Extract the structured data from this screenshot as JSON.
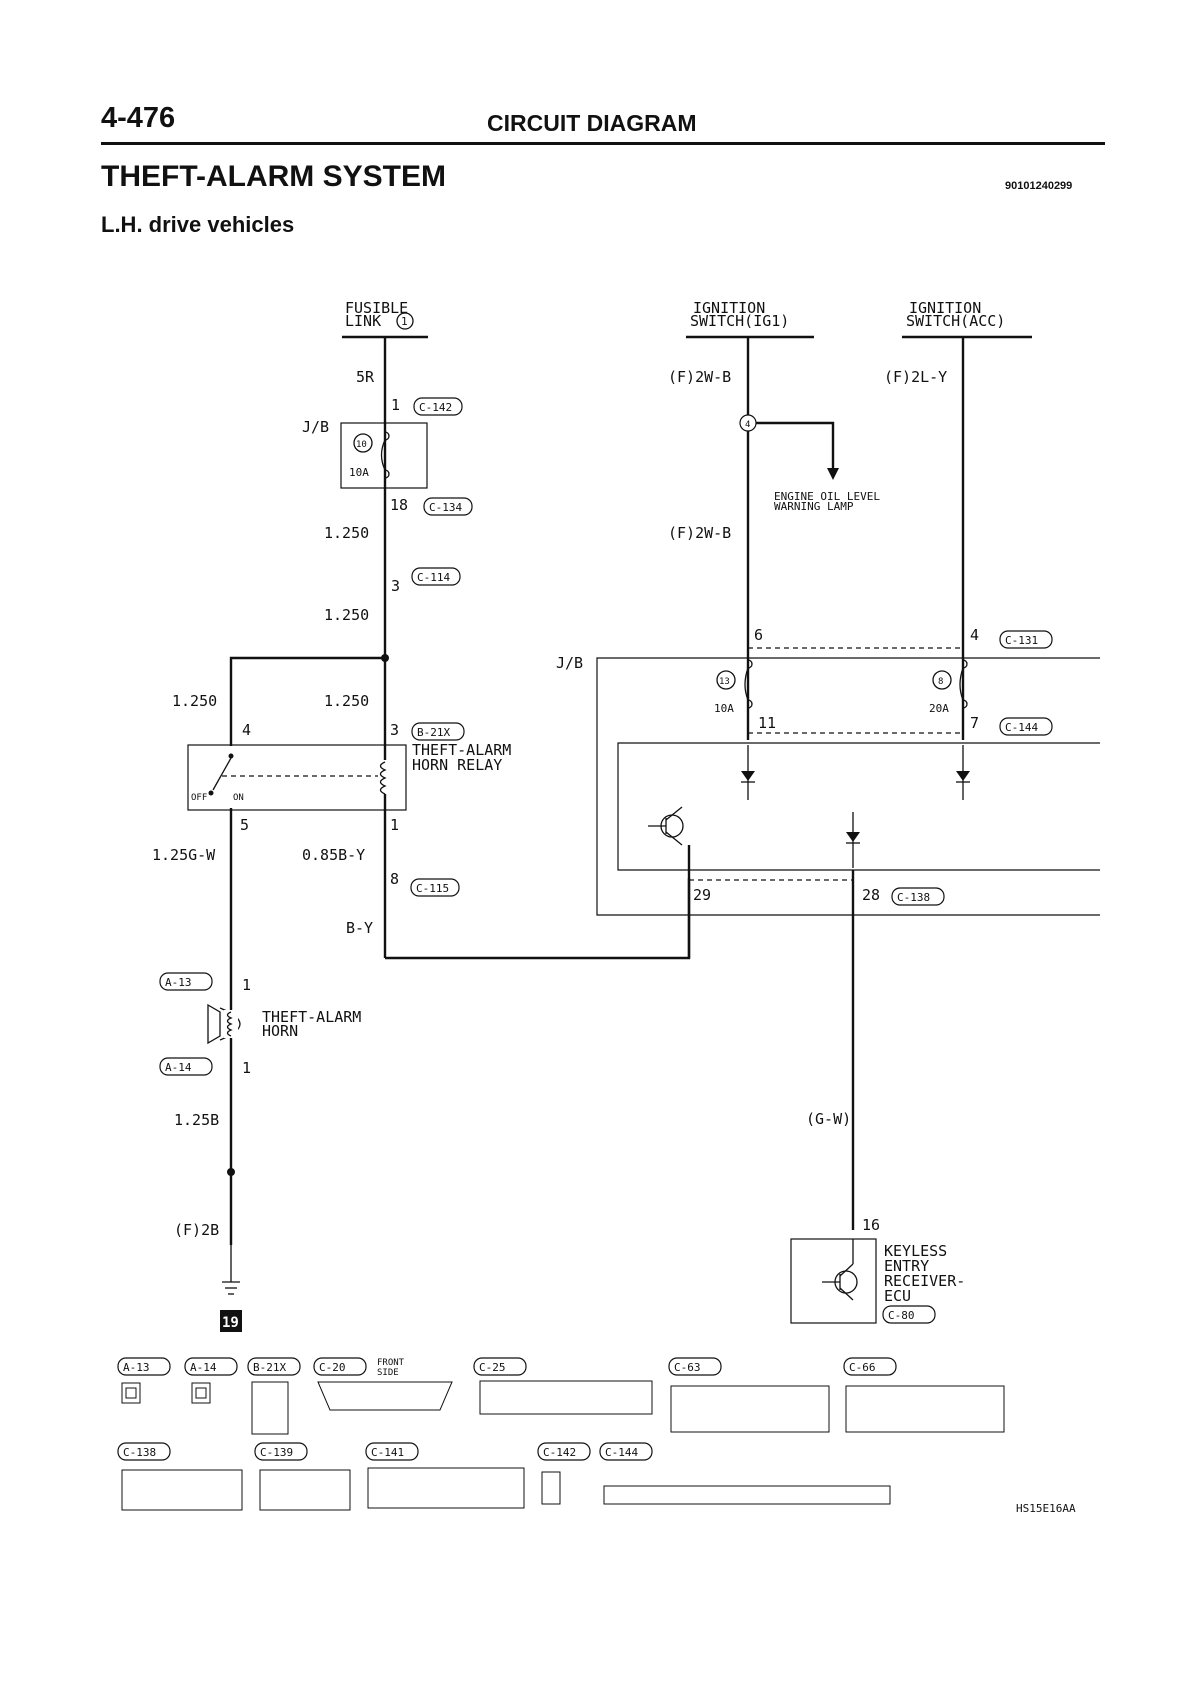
{
  "header": {
    "page_number": "4-476",
    "section": "CIRCUIT DIAGRAM",
    "system_title": "THEFT-ALARM SYSTEM",
    "doc_code": "90101240299",
    "subtitle": "L.H. drive vehicles"
  },
  "sources": {
    "fusible_link_l1": "FUSIBLE",
    "fusible_link_l2": "LINK",
    "fusible_link_num": "1",
    "ig1_l1": "IGNITION",
    "ig1_l2": "SWITCH(IG1)",
    "acc_l1": "IGNITION",
    "acc_l2": "SWITCH(ACC)"
  },
  "wires": {
    "w_5r": "5R",
    "w_1250_a": "1.250",
    "w_1250_b": "1.250",
    "w_1250_c": "1.250",
    "w_1250_d": "1.250",
    "w_125gw": "1.25G-W",
    "w_085by": "0.85B-Y",
    "w_by": "B-Y",
    "w_125b": "1.25B",
    "w_f2b": "(F)2B",
    "w_f2wb_a": "(F)2W-B",
    "w_f2wb_b": "(F)2W-B",
    "w_f2ly": "(F)2L-Y",
    "w_gw": "(G-W)"
  },
  "connectors": {
    "c142": "C-142",
    "c134": "C-134",
    "c114": "C-114",
    "b21x": "B-21X",
    "c115": "C-115",
    "c131": "C-131",
    "c144": "C-144",
    "c138": "C-138",
    "a13": "A-13",
    "a14": "A-14",
    "c80": "C-80"
  },
  "pins": {
    "p1_c142": "1",
    "p18": "18",
    "p3_c114": "3",
    "p4_relay": "4",
    "p3_relay": "3",
    "p5_relay": "5",
    "p1_relay": "1",
    "p8": "8",
    "p1_a13": "1",
    "p1_a14": "1",
    "p6": "6",
    "p4_c131": "4",
    "p11": "11",
    "p7": "7",
    "p29": "29",
    "p28": "28",
    "p16": "16"
  },
  "junction_block": {
    "label_a": "J/B",
    "fuse10_num": "10",
    "fuse10_rating": "10A",
    "label_b": "J/B",
    "fuse13_num": "13",
    "fuse13_rating": "10A",
    "fuse8_num": "8",
    "fuse8_rating": "20A",
    "splice4_num": "4"
  },
  "components": {
    "relay_l1": "THEFT-ALARM",
    "relay_l2": "HORN RELAY",
    "relay_off": "OFF",
    "relay_on": "ON",
    "horn_l1": "THEFT-ALARM",
    "horn_l2": "HORN",
    "oil_l1": "ENGINE OIL LEVEL",
    "oil_l2": "WARNING LAMP",
    "ecu_l1": "KEYLESS",
    "ecu_l2": "ENTRY",
    "ecu_l3": "RECEIVER-",
    "ecu_l4": "ECU",
    "ground_num": "19"
  },
  "connector_views": {
    "a13": "A-13",
    "a14": "A-14",
    "b21x": "B-21X",
    "c20": "C-20",
    "front_side_l1": "FRONT",
    "front_side_l2": "SIDE",
    "c25": "C-25",
    "c63": "C-63",
    "c66": "C-66",
    "c138": "C-138",
    "c139": "C-139",
    "c141": "C-141",
    "c142": "C-142",
    "c144": "C-144"
  },
  "footer": {
    "code": "HS15E16AA"
  }
}
